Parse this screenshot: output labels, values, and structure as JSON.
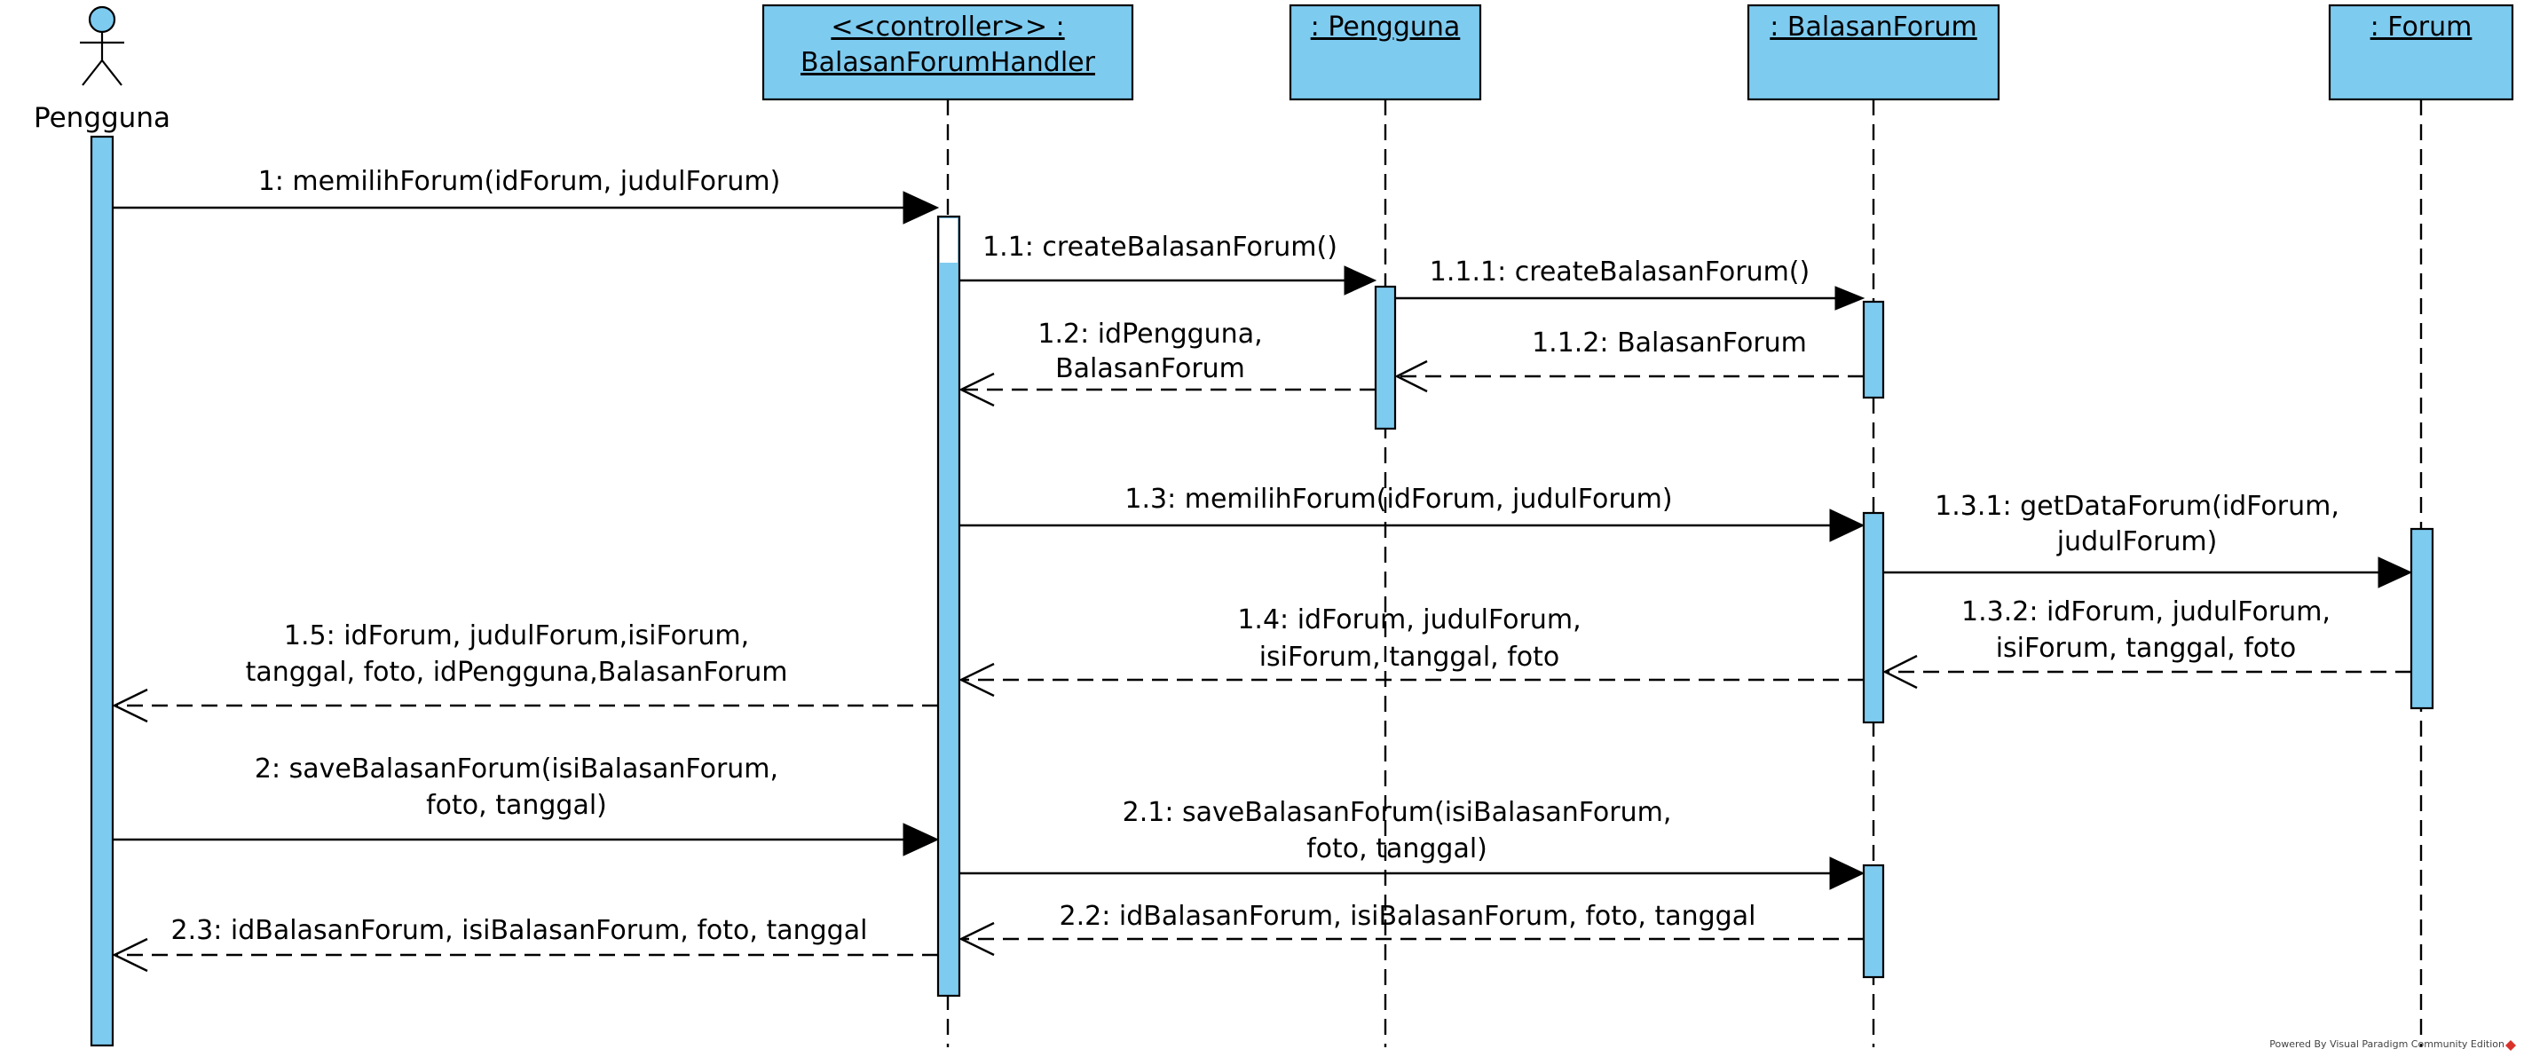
{
  "actor": {
    "label": "Pengguna"
  },
  "lifelines": [
    {
      "key": "handler",
      "line1": "<<controller>> :",
      "line2": "BalasanForumHandler"
    },
    {
      "key": "pengguna",
      "line1": ": Pengguna"
    },
    {
      "key": "balasan",
      "line1": ": BalasanForum"
    },
    {
      "key": "forum",
      "line1": ": Forum"
    }
  ],
  "messages": [
    {
      "id": "m1",
      "type": "sync",
      "lines": [
        "1: memilihForum(idForum, judulForum)"
      ]
    },
    {
      "id": "m11",
      "type": "sync",
      "lines": [
        "1.1: createBalasanForum()"
      ]
    },
    {
      "id": "m111",
      "type": "sync",
      "lines": [
        "1.1.1: createBalasanForum()"
      ]
    },
    {
      "id": "m112",
      "type": "return",
      "lines": [
        "1.1.2: BalasanForum"
      ]
    },
    {
      "id": "m12",
      "type": "return",
      "lines": [
        "1.2: idPengguna,",
        "BalasanForum"
      ]
    },
    {
      "id": "m13",
      "type": "sync",
      "lines": [
        "1.3: memilihForum(idForum, judulForum)"
      ]
    },
    {
      "id": "m131",
      "type": "sync",
      "lines": [
        "1.3.1: getDataForum(idForum,",
        "judulForum)"
      ]
    },
    {
      "id": "m132",
      "type": "return",
      "lines": [
        "1.3.2: idForum, judulForum,",
        "isiForum, tanggal, foto"
      ]
    },
    {
      "id": "m14",
      "type": "return",
      "lines": [
        "1.4: idForum, judulForum,",
        "isiForum, tanggal, foto"
      ]
    },
    {
      "id": "m15",
      "type": "return",
      "lines": [
        "1.5: idForum, judulForum,isiForum,",
        "tanggal, foto, idPengguna,BalasanForum"
      ]
    },
    {
      "id": "m2",
      "type": "sync",
      "lines": [
        "2: saveBalasanForum(isiBalasanForum,",
        "foto, tanggal)"
      ]
    },
    {
      "id": "m21",
      "type": "sync",
      "lines": [
        "2.1: saveBalasanForum(isiBalasanForum,",
        "foto, tanggal)"
      ]
    },
    {
      "id": "m22",
      "type": "return",
      "lines": [
        "2.2: idBalasanForum, isiBalasanForum, foto, tanggal"
      ]
    },
    {
      "id": "m23",
      "type": "return",
      "lines": [
        "2.3: idBalasanForum, isiBalasanForum, foto, tanggal"
      ]
    }
  ],
  "watermark": "Powered By Visual Paradigm Community Edition"
}
